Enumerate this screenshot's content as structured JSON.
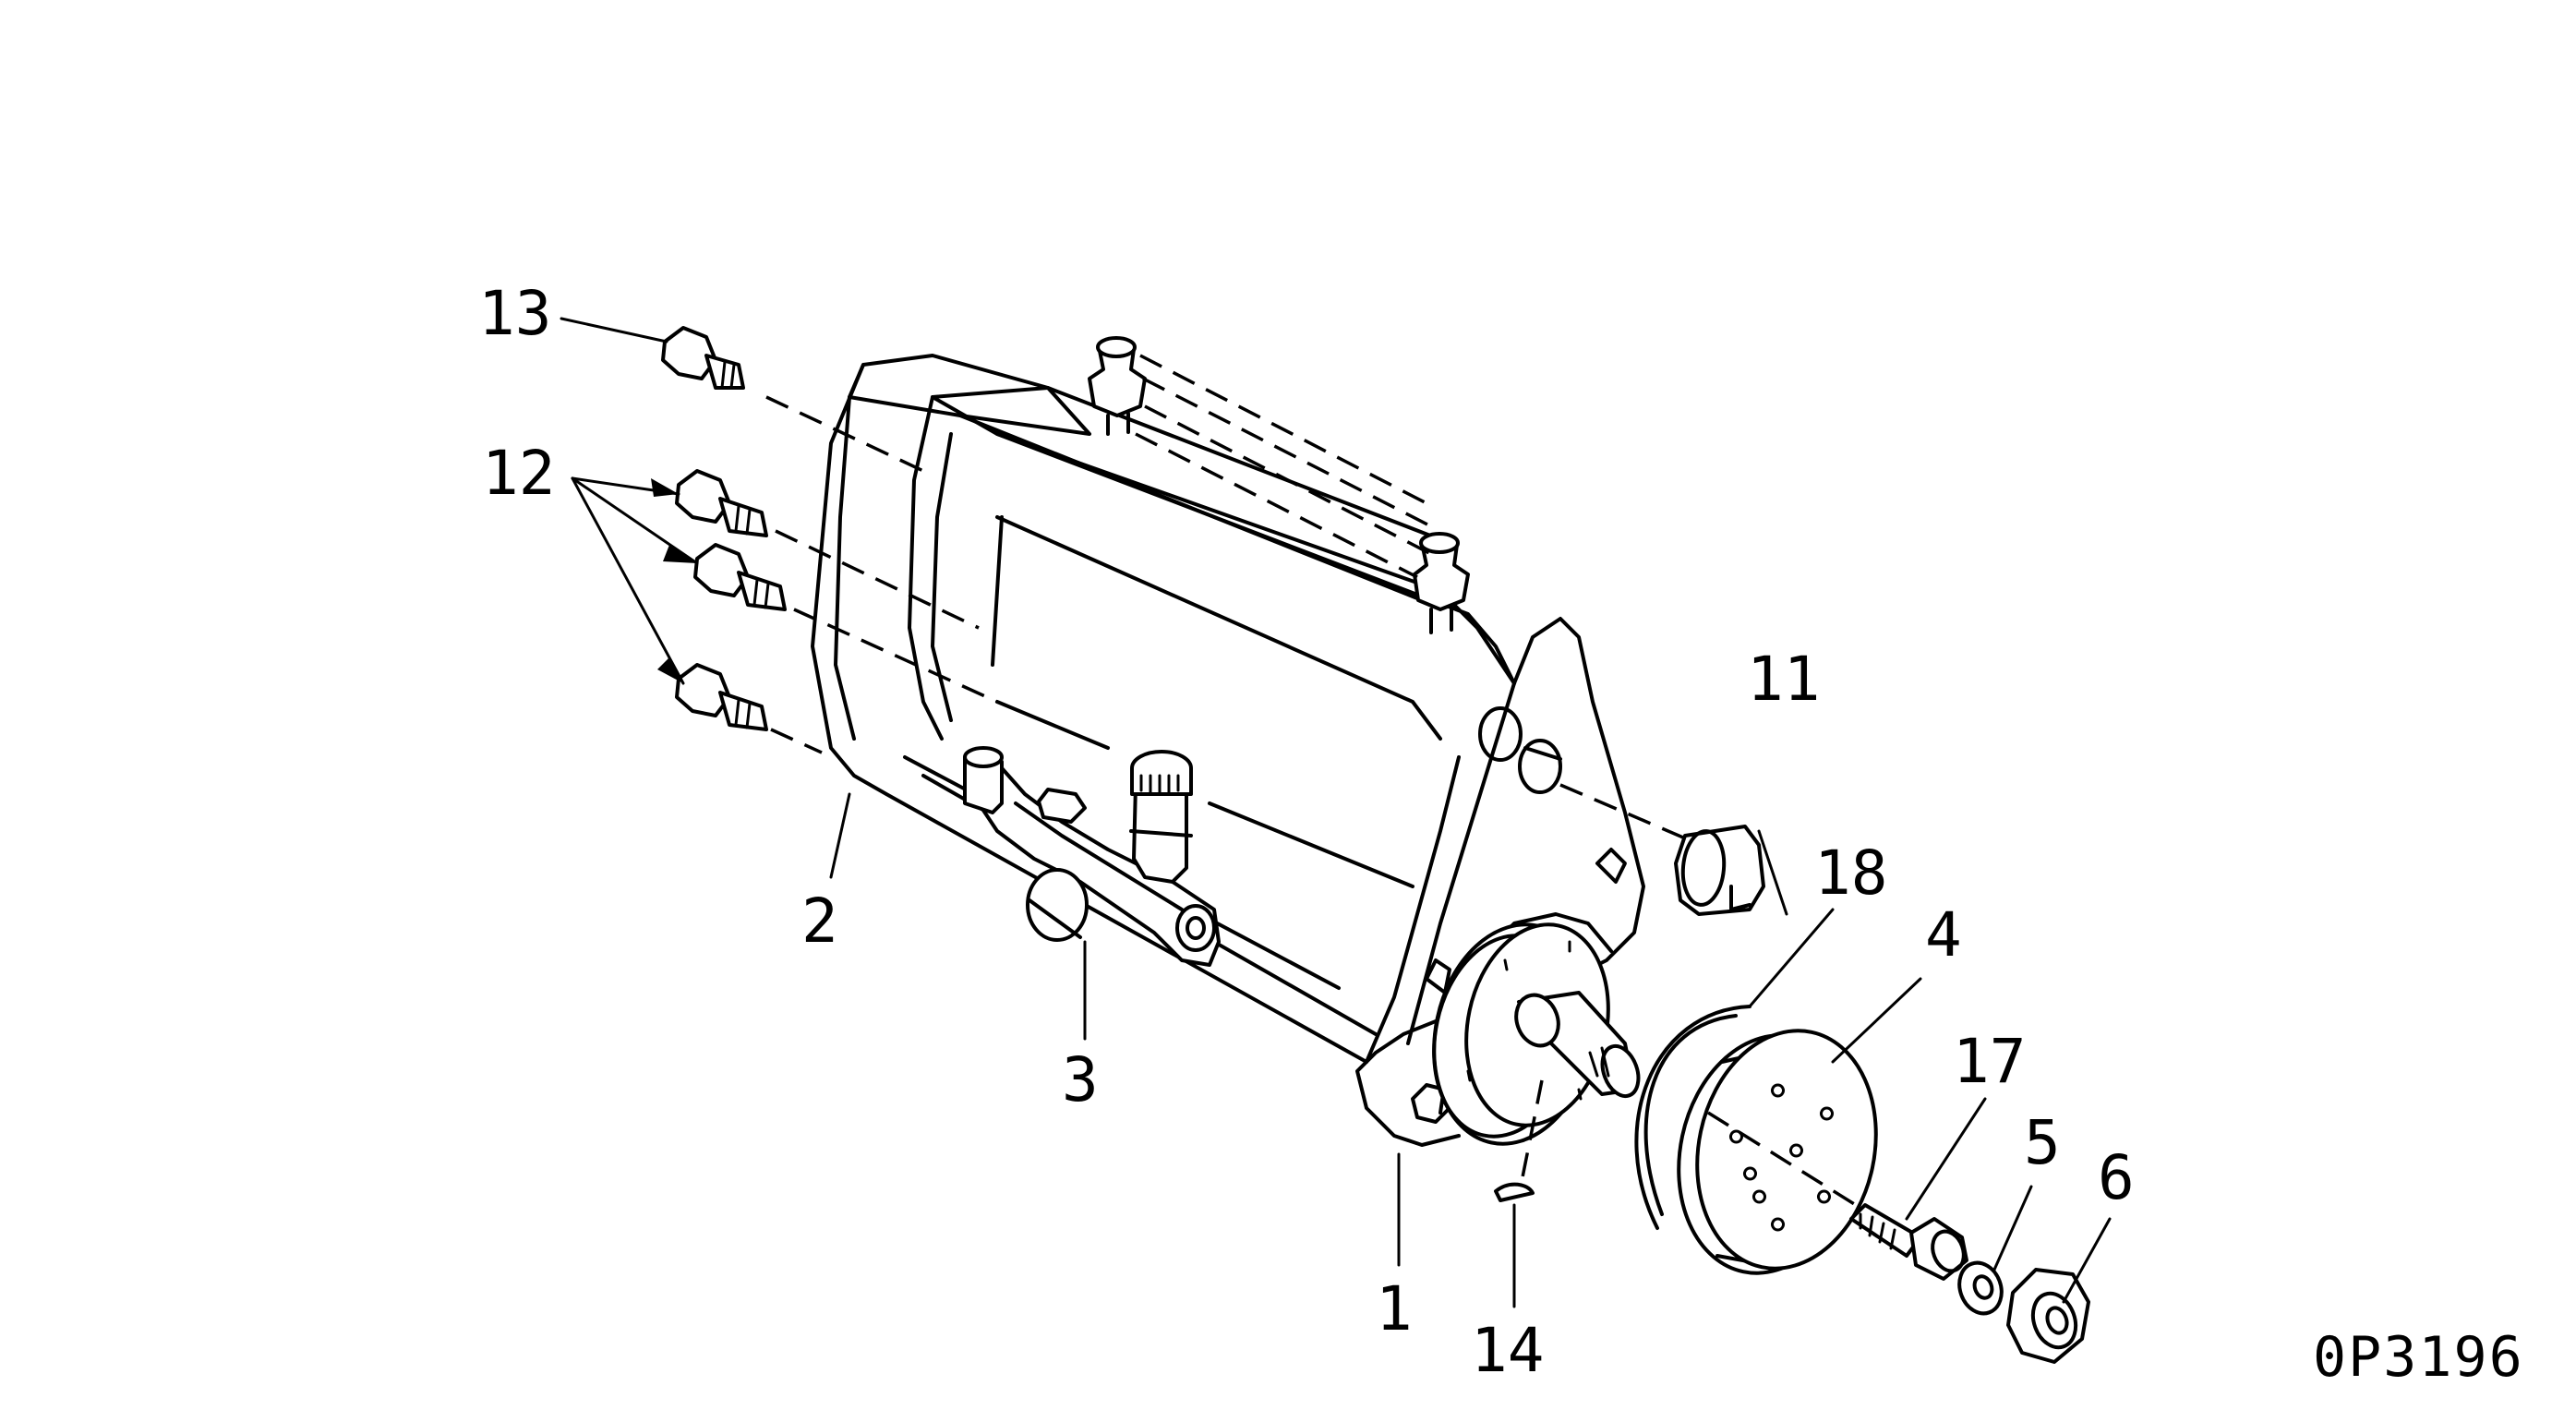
{
  "callouts": {
    "c1": "1",
    "c2": "2",
    "c3": "3",
    "c4": "4",
    "c5": "5",
    "c6": "6",
    "c11": "11",
    "c12": "12",
    "c13": "13",
    "c14": "14",
    "c17": "17",
    "c18": "18"
  },
  "drawing_code": "0P3196"
}
